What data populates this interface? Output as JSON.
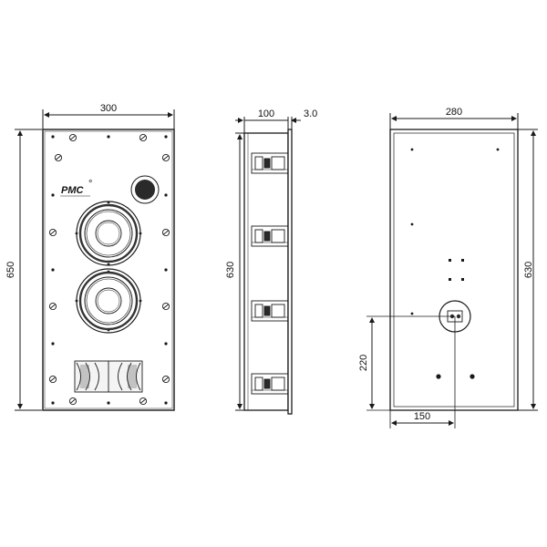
{
  "front_view": {
    "width_label": "300",
    "height_label": "650",
    "logo": "PMC",
    "logo_mark": "°"
  },
  "side_view": {
    "depth_label": "100",
    "flange_label": "3.0",
    "height_label": "630"
  },
  "back_view": {
    "width_label": "280",
    "height_label": "630",
    "terminal_height_label": "220",
    "terminal_offset_label": "150"
  },
  "colors": {
    "line": "#1a1a1a",
    "panel": "#ffffff",
    "driver_dark": "#2a2a2a"
  }
}
